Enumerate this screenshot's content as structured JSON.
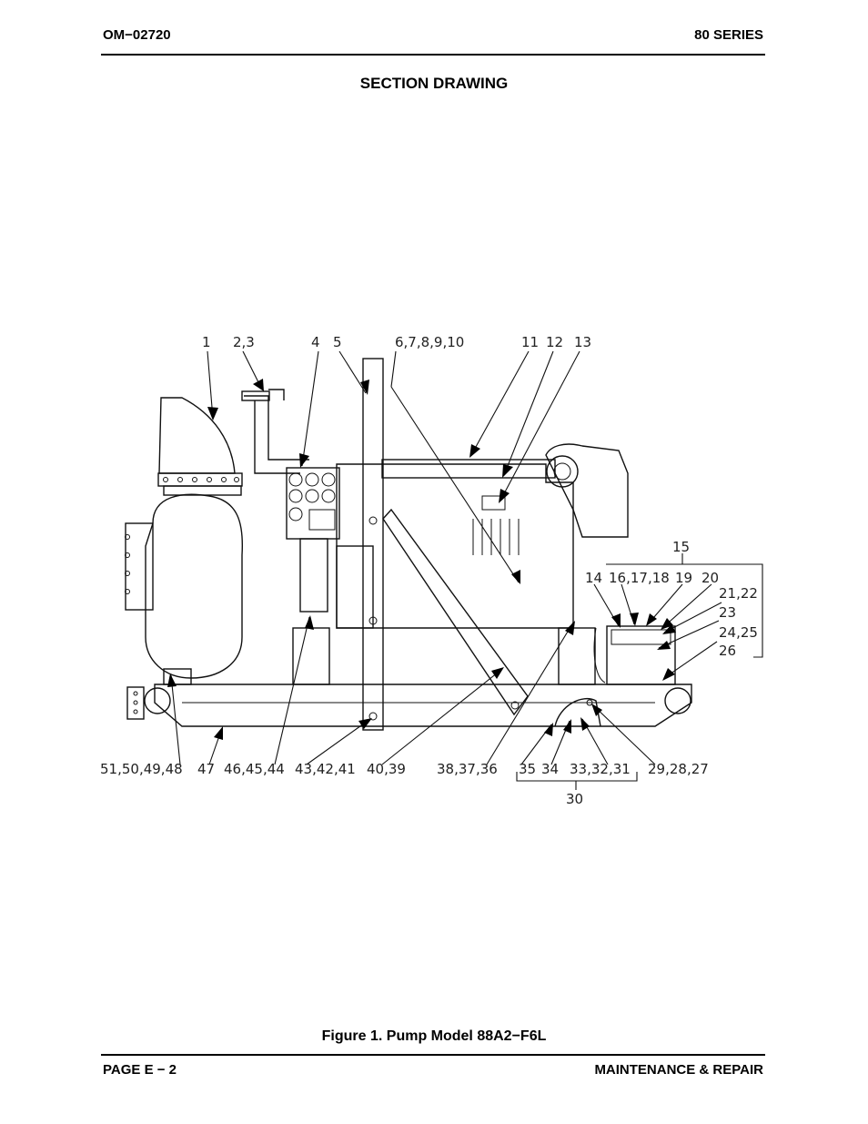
{
  "header": {
    "doc_number": "OM−02720",
    "series": "80 SERIES"
  },
  "section_title": "SECTION DRAWING",
  "callouts": {
    "c1": "1",
    "c2_3": "2,3",
    "c4": "4",
    "c5": "5",
    "c6_10": "6,7,8,9,10",
    "c11": "11",
    "c12": "12",
    "c13": "13",
    "c14": "14",
    "c15": "15",
    "c16_18": "16,17,18",
    "c19": "19",
    "c20": "20",
    "c21_22": "21,22",
    "c23": "23",
    "c24_25": "24,25",
    "c26": "26",
    "c51_48": "51,50,49,48",
    "c47": "47",
    "c46_44": "46,45,44",
    "c43_41": "43,42,41",
    "c40_39": "40,39",
    "c38_36": "38,37,36",
    "c35": "35",
    "c34": "34",
    "c33_31": "33,32,31",
    "c29_27": "29,28,27",
    "c30": "30"
  },
  "figure_caption": "Figure 1.  Pump Model 88A2−F6L",
  "footer": {
    "page": "PAGE E − 2",
    "section": "MAINTENANCE & REPAIR"
  }
}
